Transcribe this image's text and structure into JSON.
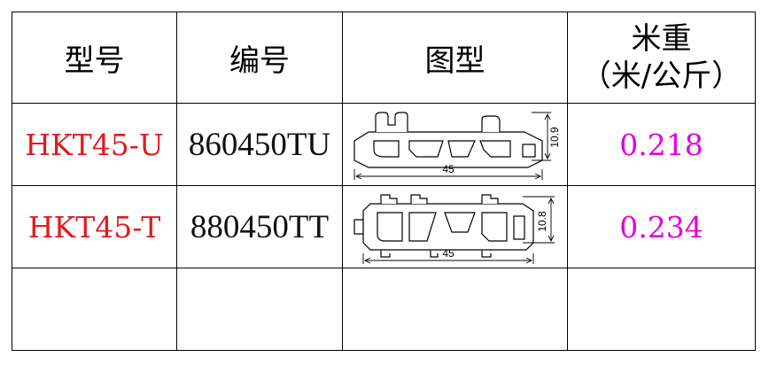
{
  "table": {
    "headers": {
      "model": "型号",
      "code": "编号",
      "figure": "图型",
      "weight_line1": "米重",
      "weight_line2": "（米/公斤）"
    },
    "rows": [
      {
        "model": "HKT45-U",
        "code": "860450TU",
        "figure": {
          "width_label": "45",
          "height_label": "10.9"
        },
        "weight": "0.218"
      },
      {
        "model": "HKT45-T",
        "code": "880450TT",
        "figure": {
          "width_label": "45",
          "height_label": "10.8"
        },
        "weight": "0.234"
      }
    ]
  },
  "colors": {
    "model_text": "#e0191f",
    "weight_text": "#e000e0",
    "border": "#000000"
  }
}
